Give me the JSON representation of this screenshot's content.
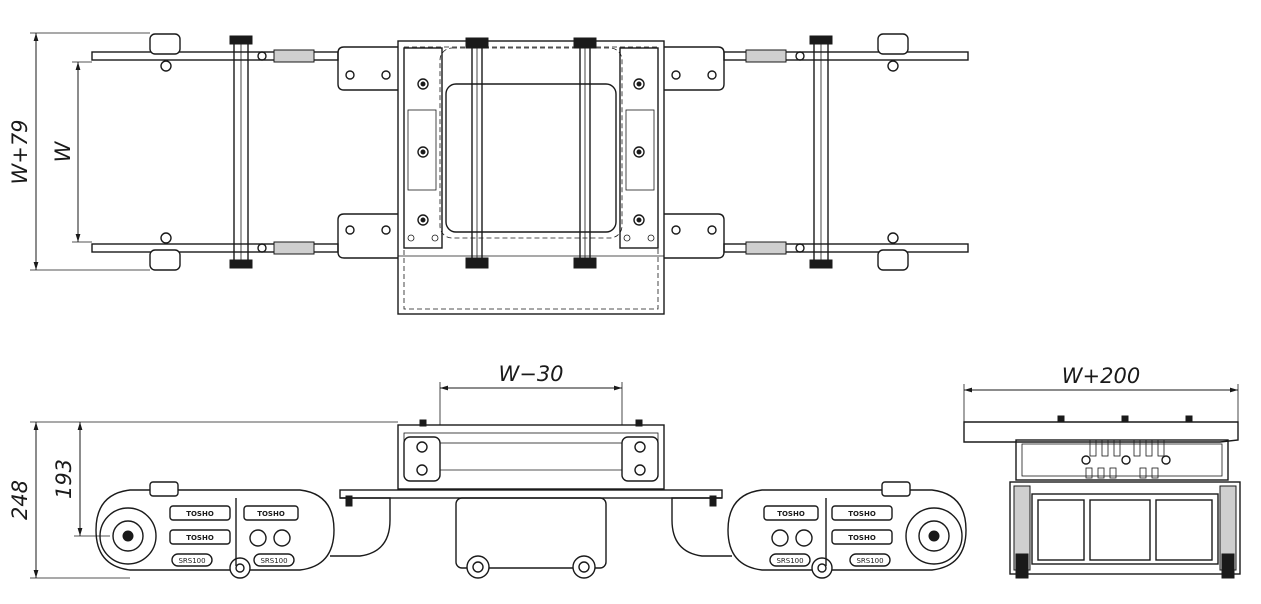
{
  "dimensions": {
    "top_outer_width": "W+79",
    "top_inner_width": "W",
    "side_top_span": "W−30",
    "side_total_height": "248",
    "side_platform_height": "193",
    "end_width": "W+200"
  },
  "labels": {
    "brand": "TOSHO",
    "model": "SRS100"
  }
}
